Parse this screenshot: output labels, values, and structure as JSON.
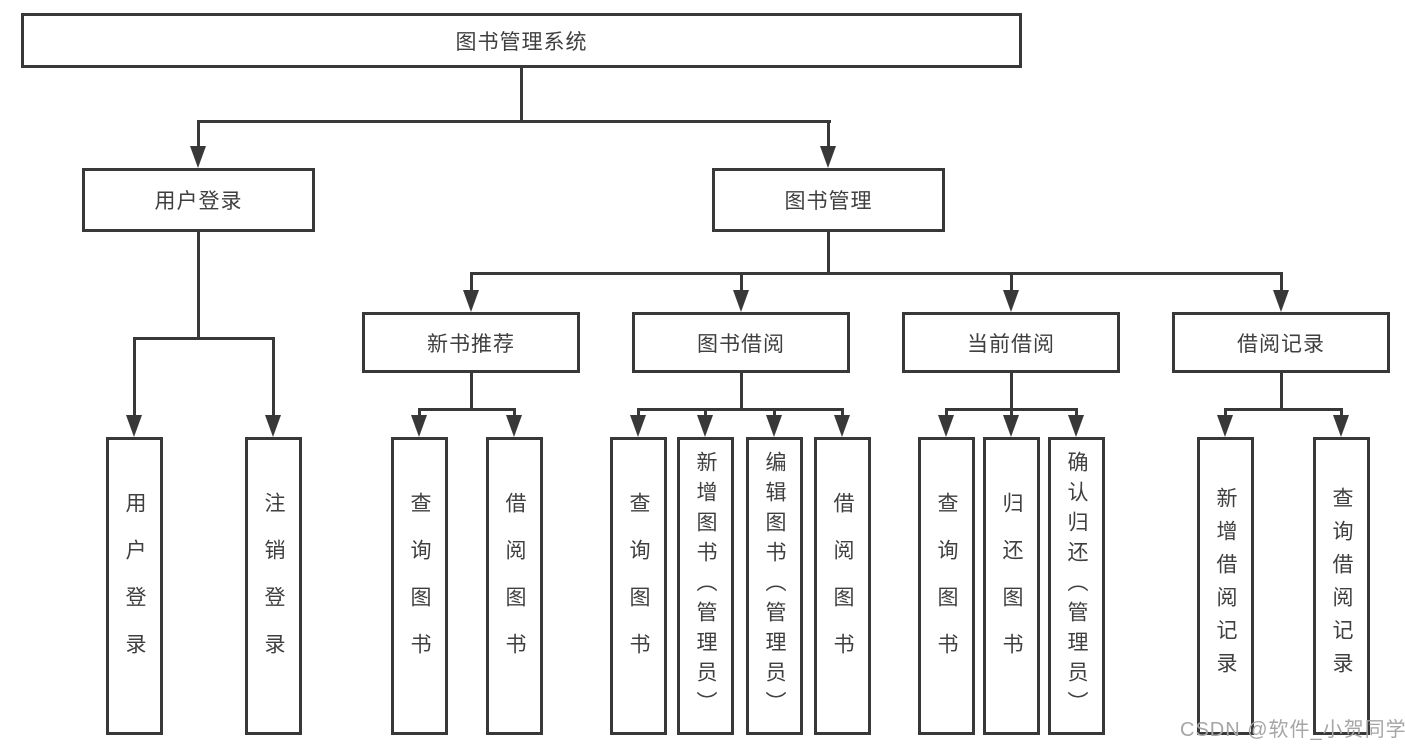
{
  "diagram": {
    "root": "图书管理系统",
    "user_login": {
      "label": "用户登录",
      "children": {
        "login": "用户登录",
        "logout": "注销登录"
      }
    },
    "book_mgmt": {
      "label": "图书管理",
      "new_book": {
        "label": "新书推荐",
        "children": {
          "query": "查询图书",
          "borrow": "借阅图书"
        }
      },
      "book_borrow": {
        "label": "图书借阅",
        "children": {
          "query": "查询图书",
          "add": "新增图书（管理员）",
          "edit": "编辑图书（管理员）",
          "borrow": "借阅图书"
        }
      },
      "current_borrow": {
        "label": "当前借阅",
        "children": {
          "query": "查询图书",
          "return": "归还图书",
          "confirm": "确认归还（管理员）"
        }
      },
      "borrow_record": {
        "label": "借阅记录",
        "children": {
          "add": "新增借阅记录",
          "query": "查询借阅记录"
        }
      }
    }
  },
  "watermark": "CSDN @软件_小贺同学",
  "colors": {
    "line": "#383838",
    "text": "#3f3f3f",
    "watermark": "#a6a6a6",
    "background": "#ffffff"
  }
}
